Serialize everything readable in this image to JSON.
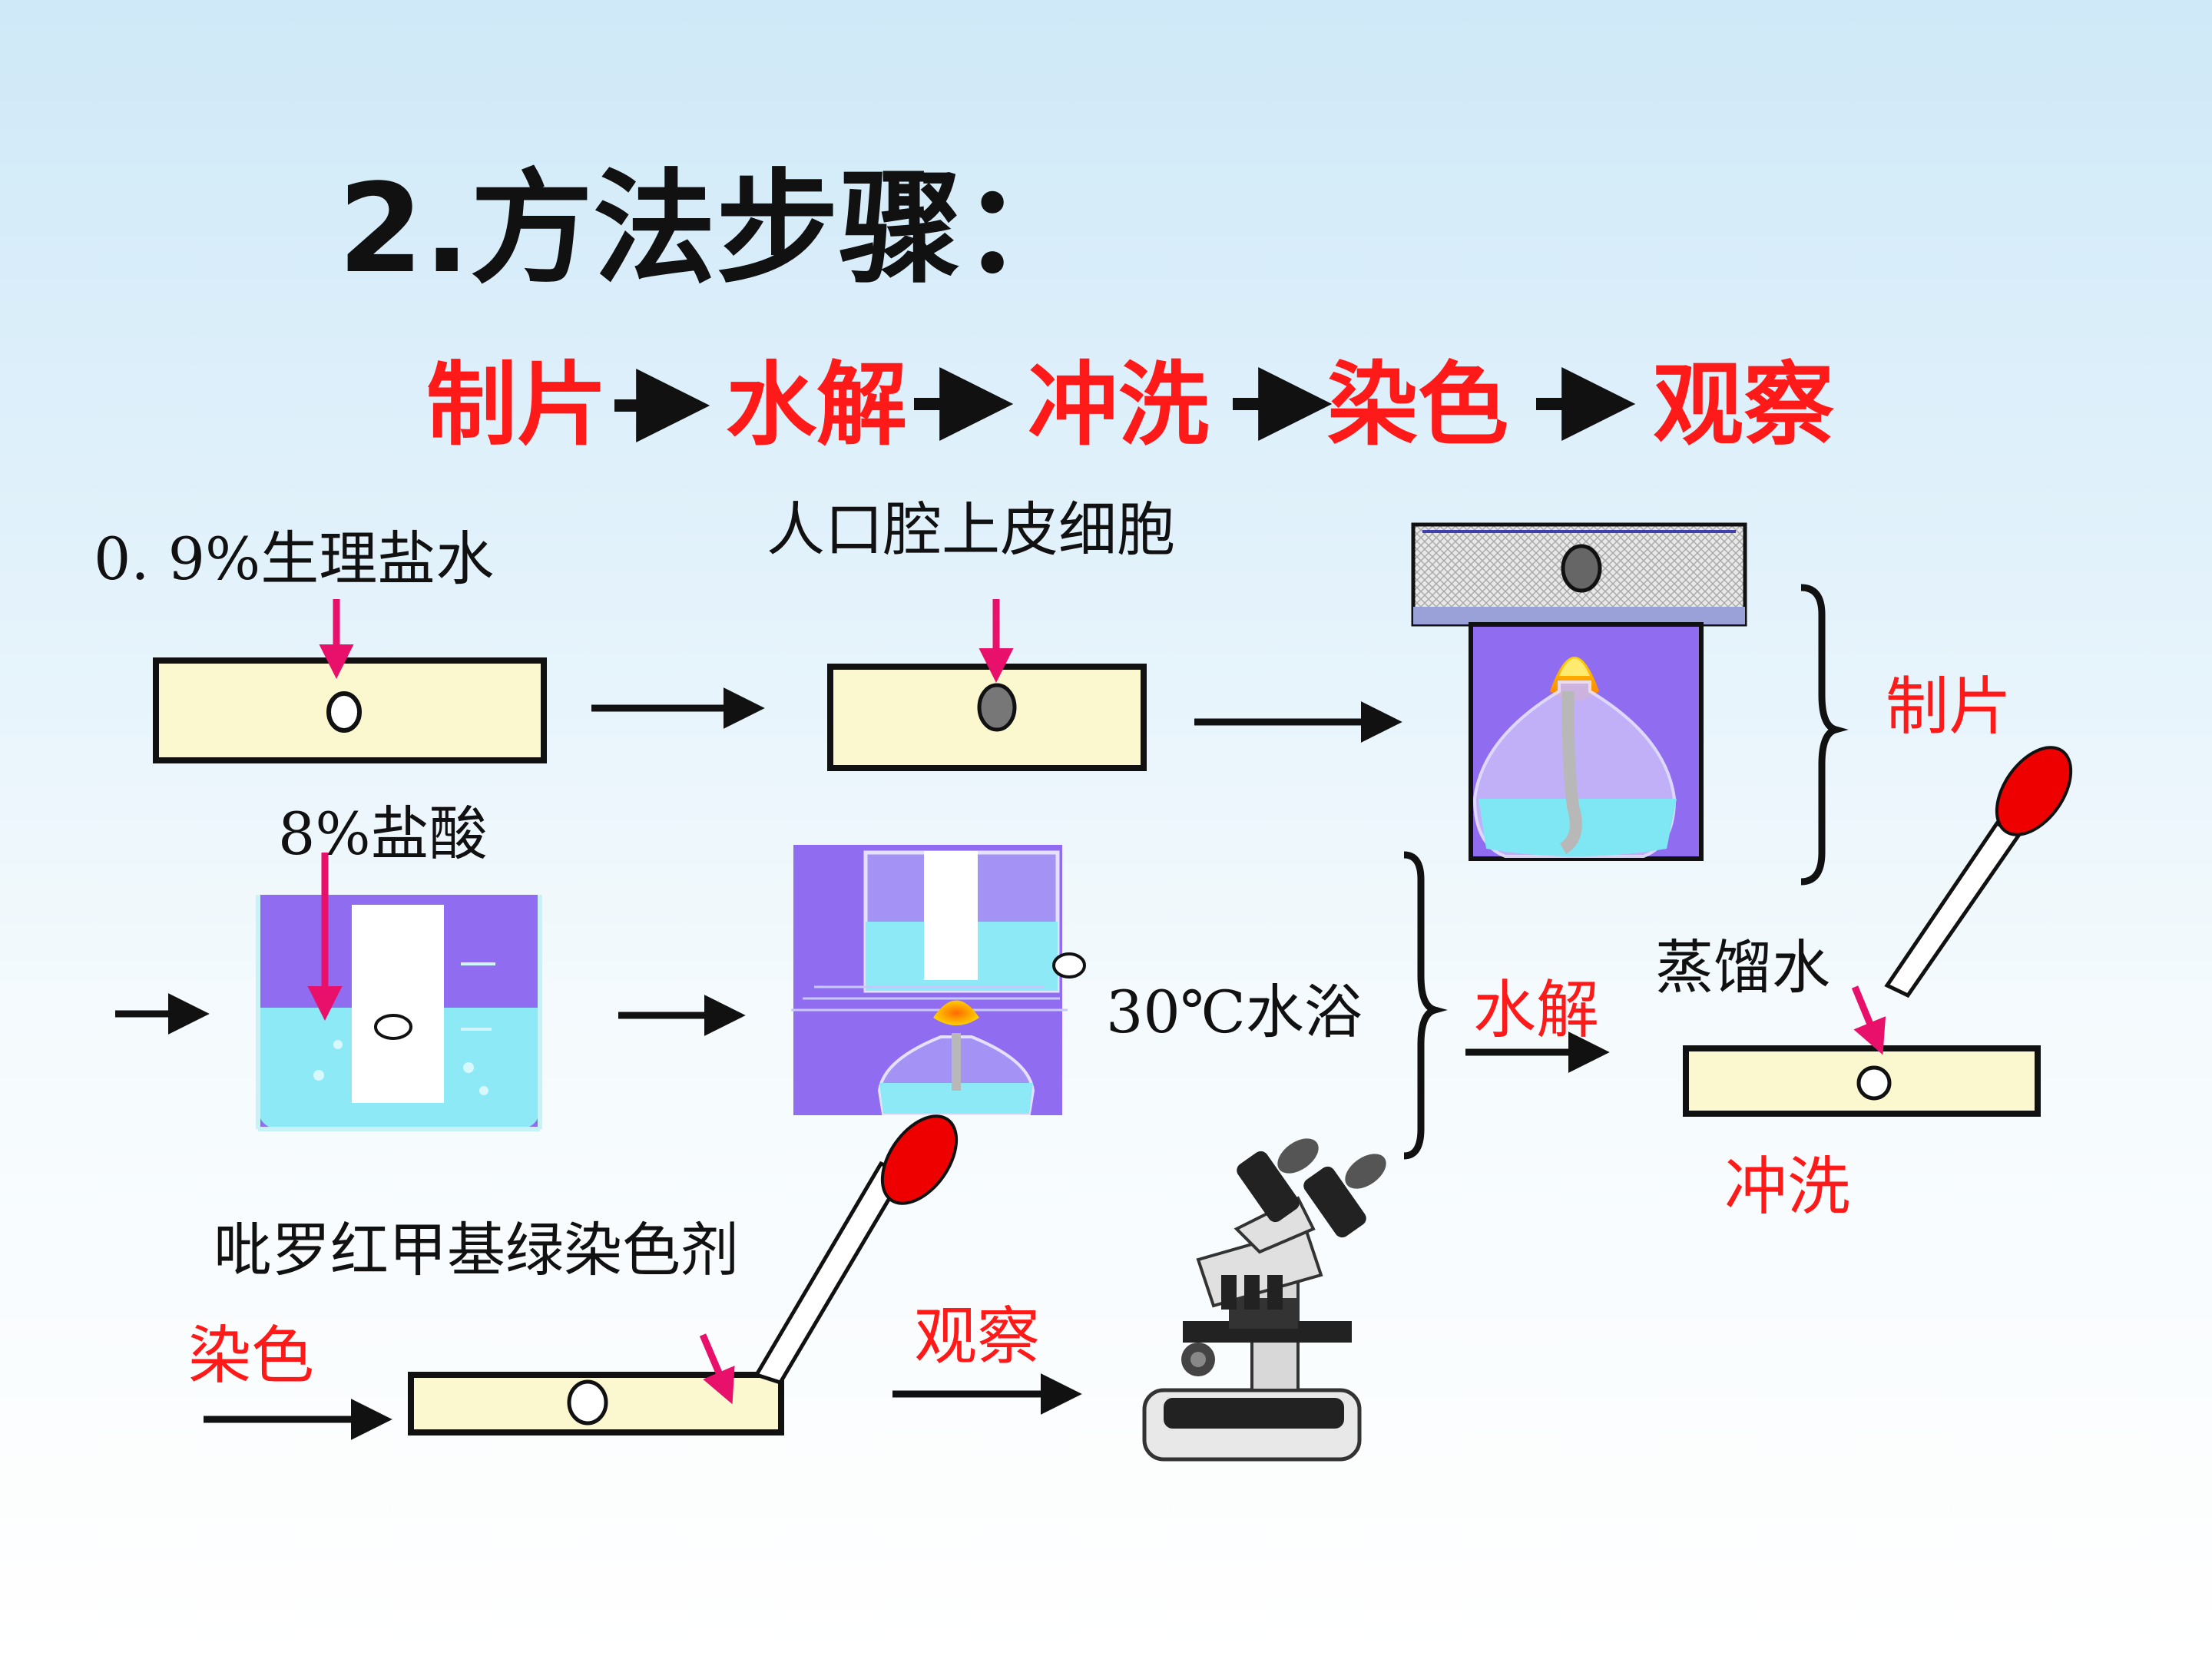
{
  "title": "2.方法步骤：",
  "steps": [
    "制片",
    "水解",
    "冲洗",
    "染色",
    "观察"
  ],
  "labels": {
    "saline": "0. 9%生理盐水",
    "cells": "人口腔上皮细胞",
    "hcl": "8%盐酸",
    "water_bath": "30℃水浴",
    "distilled": "蒸馏水",
    "stain": "吡罗红甲基绿染色剂"
  },
  "stage_labels": {
    "zhipian": "制片",
    "shuijie": "水解",
    "chongxi": "冲洗",
    "ranse": "染色",
    "guancha": "观察"
  },
  "colors": {
    "step_red": "#ff1a1a",
    "pointer_pink": "#e8106a",
    "slide_fill": "#fbf7cf",
    "chamber_purple": "#8f6cf0",
    "water_cyan": "#7fe6f4",
    "dropper_red": "#ee0000",
    "title_black": "#111111"
  },
  "icons": [
    "arrow-right-icon",
    "pink-arrow-icon",
    "dropper-icon",
    "alcohol-lamp-icon",
    "microscope-icon",
    "beaker-icon",
    "brace-icon"
  ]
}
